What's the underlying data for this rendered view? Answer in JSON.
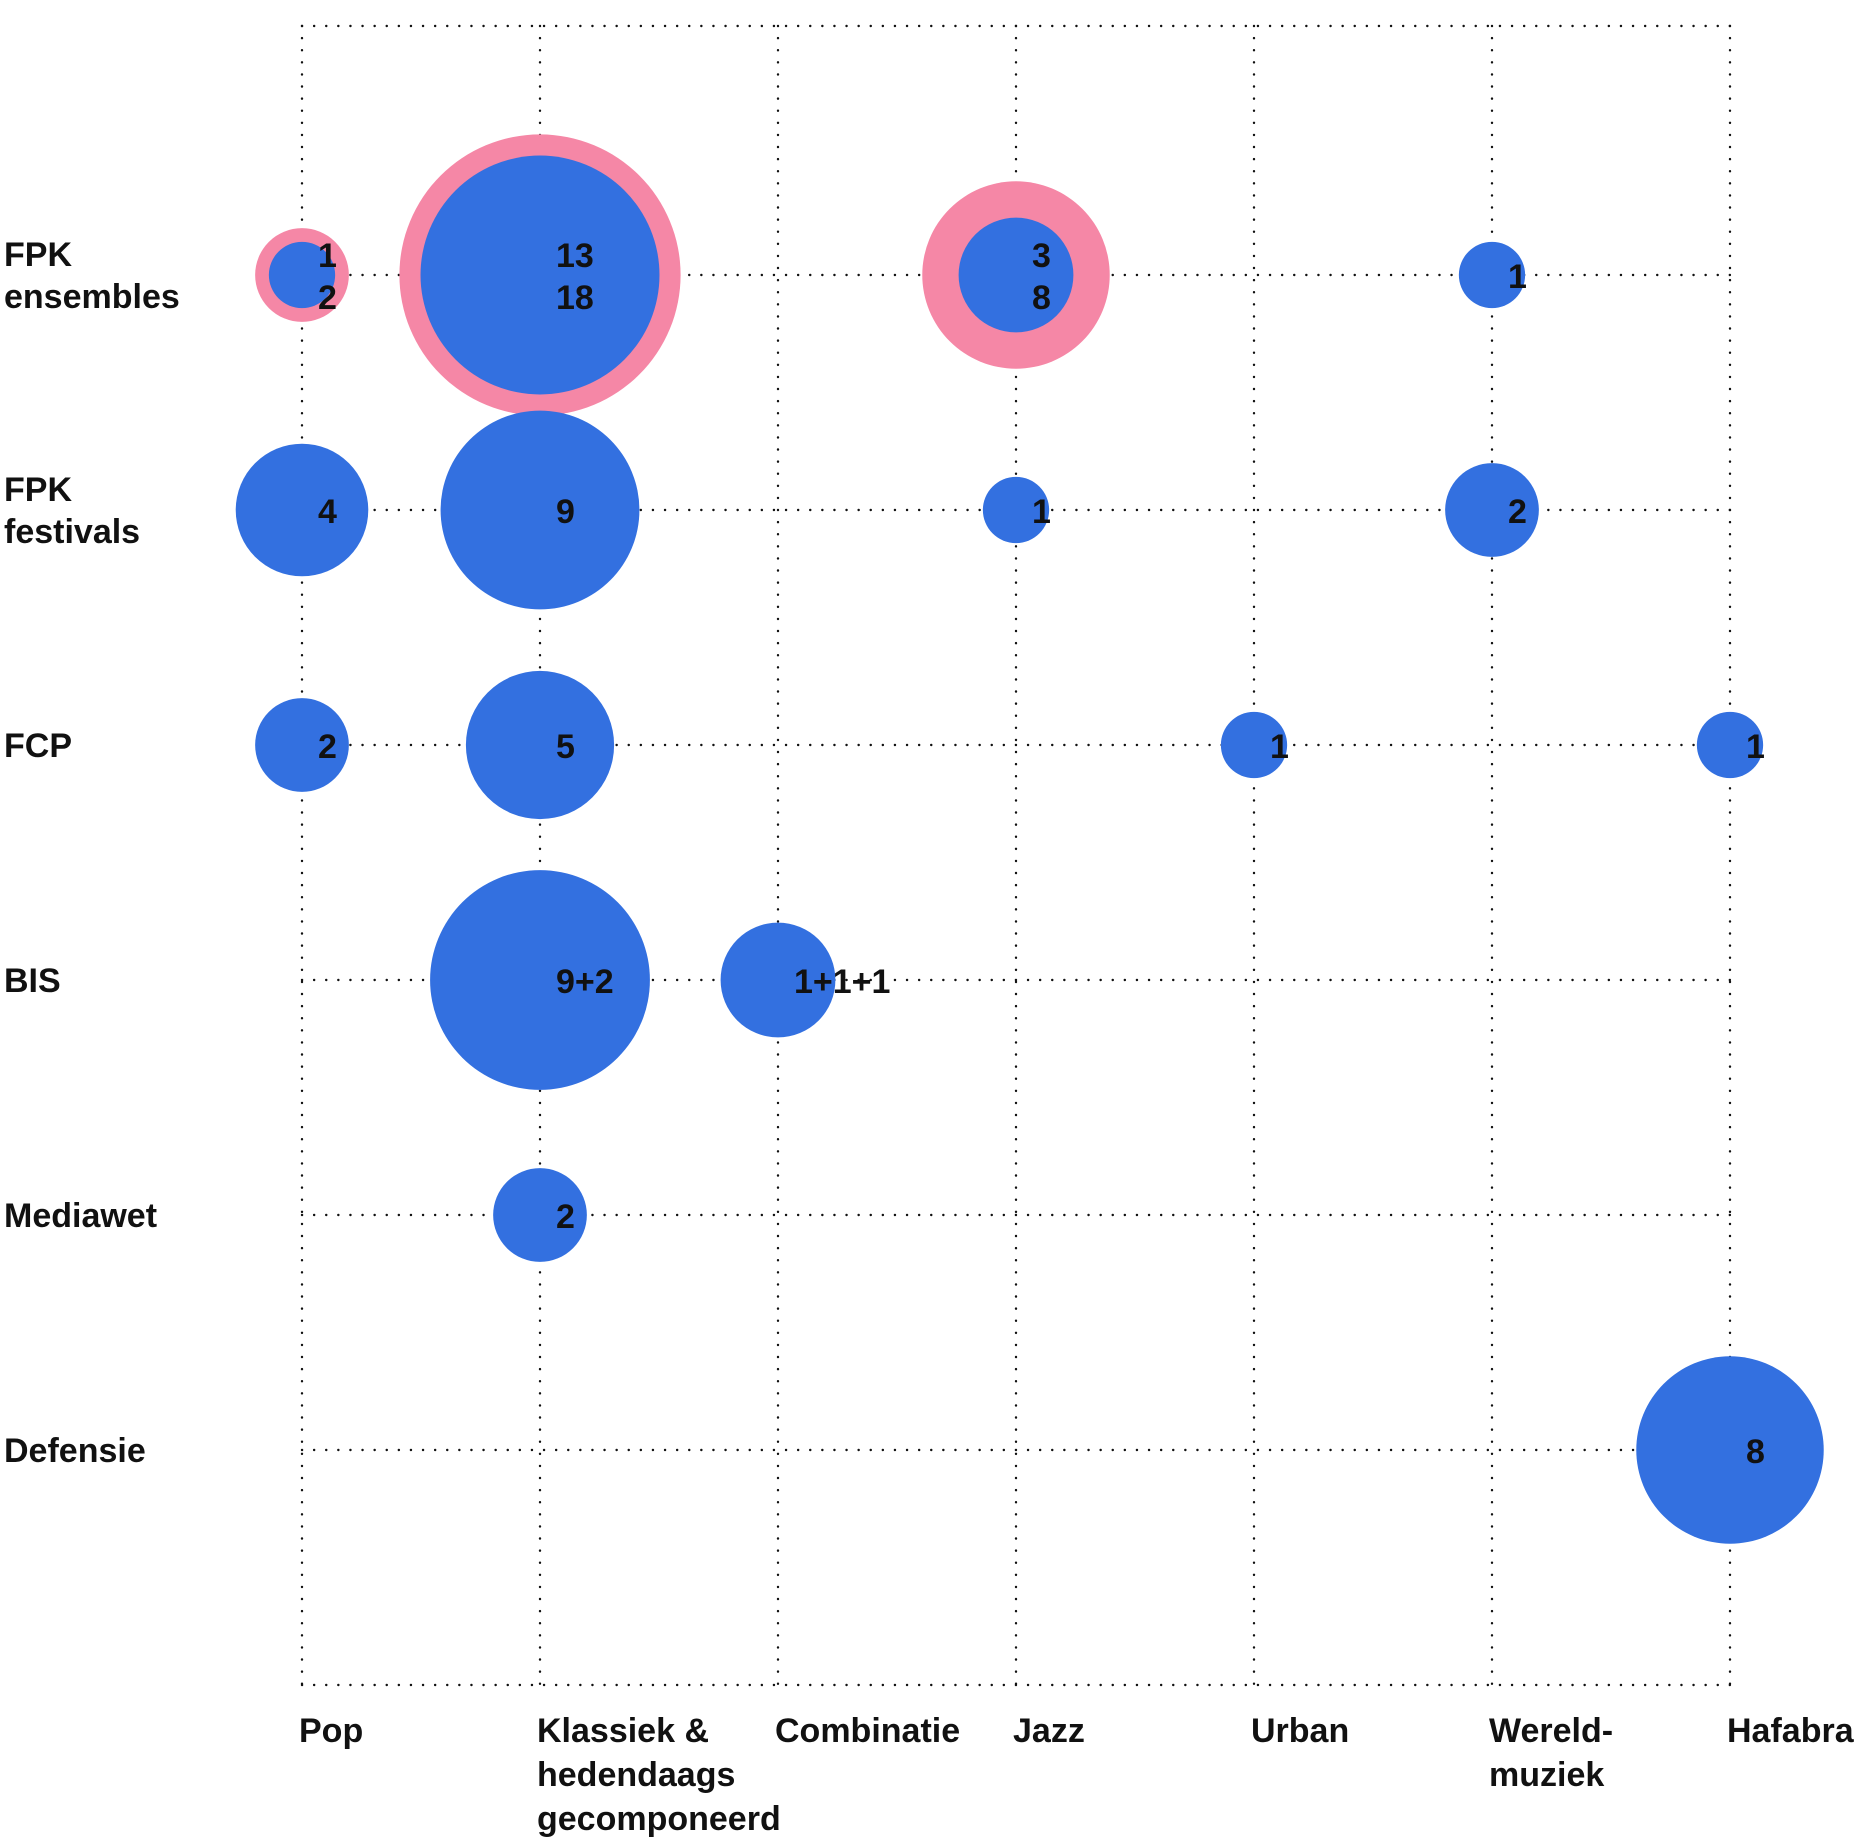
{
  "chart_data": {
    "type": "bubble",
    "title": "",
    "xlabel": "",
    "ylabel": "",
    "grid": true,
    "colors": {
      "bubble": "#3370E0",
      "outer_bubble": "#F587A6",
      "grid": "#111111",
      "text": "#111111"
    },
    "columns": [
      {
        "id": "pop",
        "lines": [
          "Pop"
        ]
      },
      {
        "id": "klassiek",
        "lines": [
          "Klassiek &",
          "hedendaags",
          "gecomponeerd"
        ]
      },
      {
        "id": "combinatie",
        "lines": [
          "Combinatie"
        ]
      },
      {
        "id": "jazz",
        "lines": [
          "Jazz"
        ]
      },
      {
        "id": "urban",
        "lines": [
          "Urban"
        ]
      },
      {
        "id": "wereld",
        "lines": [
          "Wereld-",
          "muziek"
        ]
      },
      {
        "id": "hafabra",
        "lines": [
          "Hafabra"
        ]
      }
    ],
    "rows": [
      {
        "id": "fpk-ensembles",
        "lines": [
          "FPK",
          "ensembles"
        ]
      },
      {
        "id": "fpk-festivals",
        "lines": [
          "FPK",
          "festivals"
        ]
      },
      {
        "id": "fcp",
        "lines": [
          "FCP"
        ]
      },
      {
        "id": "bis",
        "lines": [
          "BIS"
        ]
      },
      {
        "id": "mediawet",
        "lines": [
          "Mediawet"
        ]
      },
      {
        "id": "defensie",
        "lines": [
          "Defensie"
        ]
      }
    ],
    "bubbles": [
      {
        "row": "fpk-ensembles",
        "col": "pop",
        "value": 1,
        "outer_value": 2,
        "labels": [
          "1",
          "2"
        ]
      },
      {
        "row": "fpk-ensembles",
        "col": "klassiek",
        "value": 13,
        "outer_value": 18,
        "labels": [
          "13",
          "18"
        ]
      },
      {
        "row": "fpk-ensembles",
        "col": "jazz",
        "value": 3,
        "outer_value": 8,
        "labels": [
          "3",
          "8"
        ]
      },
      {
        "row": "fpk-ensembles",
        "col": "wereld",
        "value": 1,
        "labels": [
          "1"
        ]
      },
      {
        "row": "fpk-festivals",
        "col": "pop",
        "value": 4,
        "labels": [
          "4"
        ]
      },
      {
        "row": "fpk-festivals",
        "col": "klassiek",
        "value": 9,
        "labels": [
          "9"
        ]
      },
      {
        "row": "fpk-festivals",
        "col": "jazz",
        "value": 1,
        "labels": [
          "1"
        ]
      },
      {
        "row": "fpk-festivals",
        "col": "wereld",
        "value": 2,
        "labels": [
          "2"
        ]
      },
      {
        "row": "fcp",
        "col": "pop",
        "value": 2,
        "labels": [
          "2"
        ]
      },
      {
        "row": "fcp",
        "col": "klassiek",
        "value": 5,
        "labels": [
          "5"
        ]
      },
      {
        "row": "fcp",
        "col": "urban",
        "value": 1,
        "labels": [
          "1"
        ]
      },
      {
        "row": "fcp",
        "col": "hafabra",
        "value": 1,
        "labels": [
          "1"
        ]
      },
      {
        "row": "bis",
        "col": "klassiek",
        "value": 11,
        "labels": [
          "9+2"
        ]
      },
      {
        "row": "bis",
        "col": "combinatie",
        "value": 3,
        "labels": [
          "1+1+1"
        ]
      },
      {
        "row": "mediawet",
        "col": "klassiek",
        "value": 2,
        "labels": [
          "2"
        ]
      },
      {
        "row": "defensie",
        "col": "hafabra",
        "value": 8,
        "labels": [
          "8"
        ]
      }
    ]
  }
}
